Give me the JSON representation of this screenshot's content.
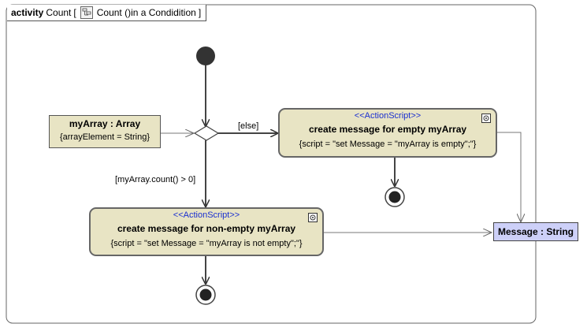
{
  "frame": {
    "keyword": "activity",
    "name": "Count",
    "bracket_open": "[",
    "behavior_label": "Count ()in a Condidition",
    "bracket_close": "]"
  },
  "object_array": {
    "name": "myArray : Array",
    "constraint": "{arrayElement = String}"
  },
  "action_empty": {
    "stereotype": "<<ActionScript>>",
    "name": "create message for empty myArray",
    "constraint": "{script = \"set Message = \"myArray is empty\";\"}"
  },
  "action_nonempty": {
    "stereotype": "<<ActionScript>>",
    "name": "create message for non-empty myArray",
    "constraint": "{script = \"set Message = \"myArray is not empty\";\"}"
  },
  "object_message": {
    "name": "Message : String"
  },
  "guards": {
    "else": "[else]",
    "count": "[myArray.count() > 0]"
  },
  "colors": {
    "action_fill": "#e8e4c4",
    "object_fill": "#e8e4c4",
    "message_fill": "#cdd0f8",
    "stereotype_text": "#1a2fd0",
    "initial_node": "#333333"
  }
}
